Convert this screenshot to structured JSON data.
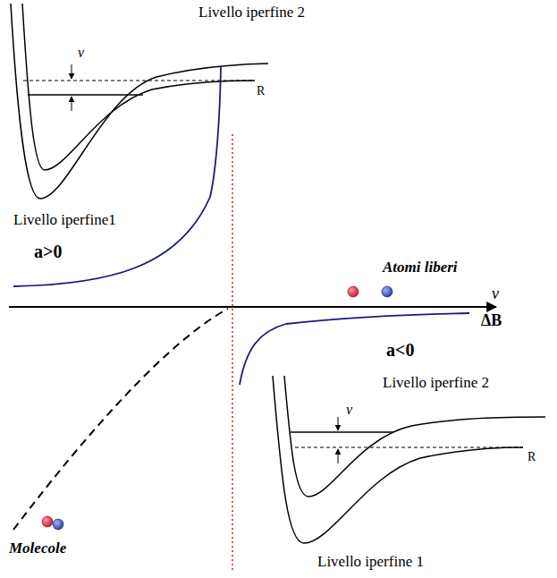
{
  "diagram": {
    "labels": [
      "Livello iperfine 2",
      "ν",
      "R",
      "Livello iperfine1",
      "a>0",
      "Atomi liberi",
      "ν",
      "ΔB",
      "a<0",
      "Livello iperfine 2",
      "ν",
      "R",
      "Livello iperfine 1",
      "Molecole"
    ]
  }
}
